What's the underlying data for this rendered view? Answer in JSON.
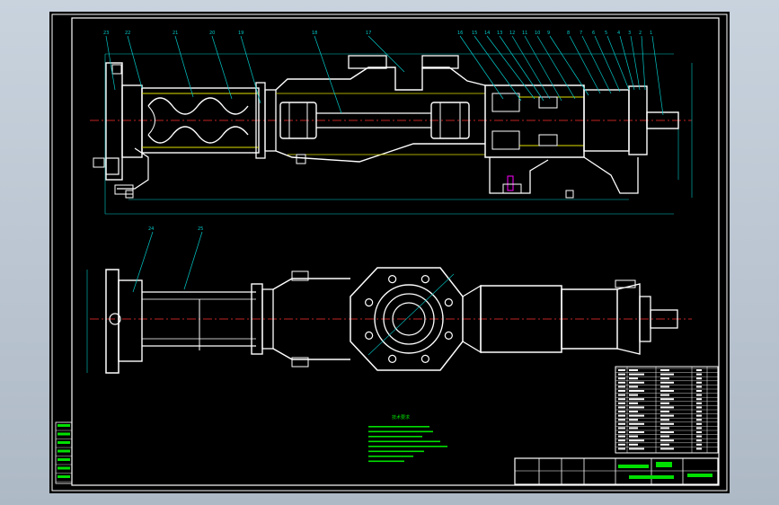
{
  "drawing": {
    "background": "#000000",
    "frame_color": "#ffffff",
    "accent_colors": {
      "outline": "#ffffff",
      "thread": "#e0e000",
      "dimension": "#00c8c8",
      "centerline": "#ff3030",
      "notes": "#00e000"
    }
  },
  "balloons_top": [
    "23",
    "22",
    "21",
    "20",
    "19",
    "18",
    "17",
    "16",
    "15",
    "14",
    "13",
    "12",
    "11",
    "10",
    "9",
    "8",
    "7",
    "6",
    "5",
    "4",
    "3",
    "2",
    "1"
  ],
  "balloons_bottom": [
    "24",
    "25"
  ],
  "notes": {
    "heading": "技术要求"
  },
  "icons": [
    "balloon-leader",
    "centerline",
    "hatching",
    "bolt-hole"
  ]
}
